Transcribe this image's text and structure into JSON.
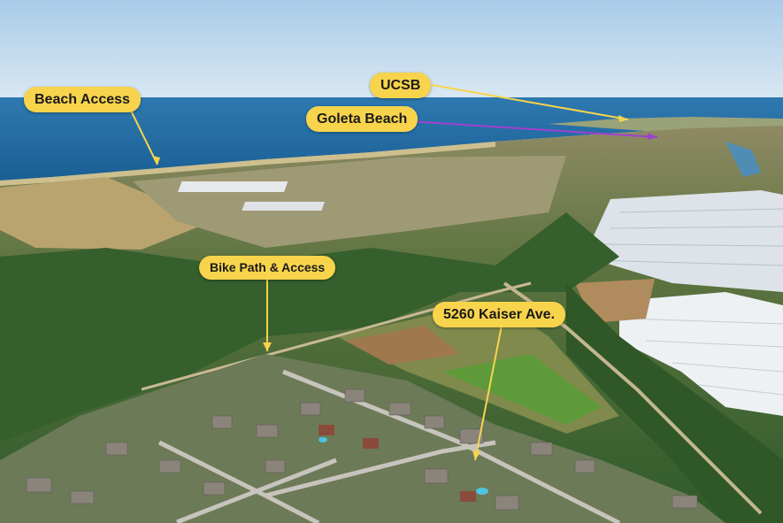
{
  "callouts": {
    "beach_access": "Beach Access",
    "ucsb": "UCSB",
    "goleta_beach": "Goleta Beach",
    "bike_path": "Bike Path & Access",
    "address": "5260 Kaiser Ave."
  },
  "colors": {
    "callout_fill": "#f8d44c",
    "callout_text": "#1a1a1a",
    "pointer_line_yellow": "#f8d44c",
    "pointer_line_purple": "#a040d0",
    "sky": "#bcd8ee",
    "ocean": "#1f6fa6",
    "vegetation": "#3f6b32",
    "greenhouse": "#e8ecef"
  }
}
